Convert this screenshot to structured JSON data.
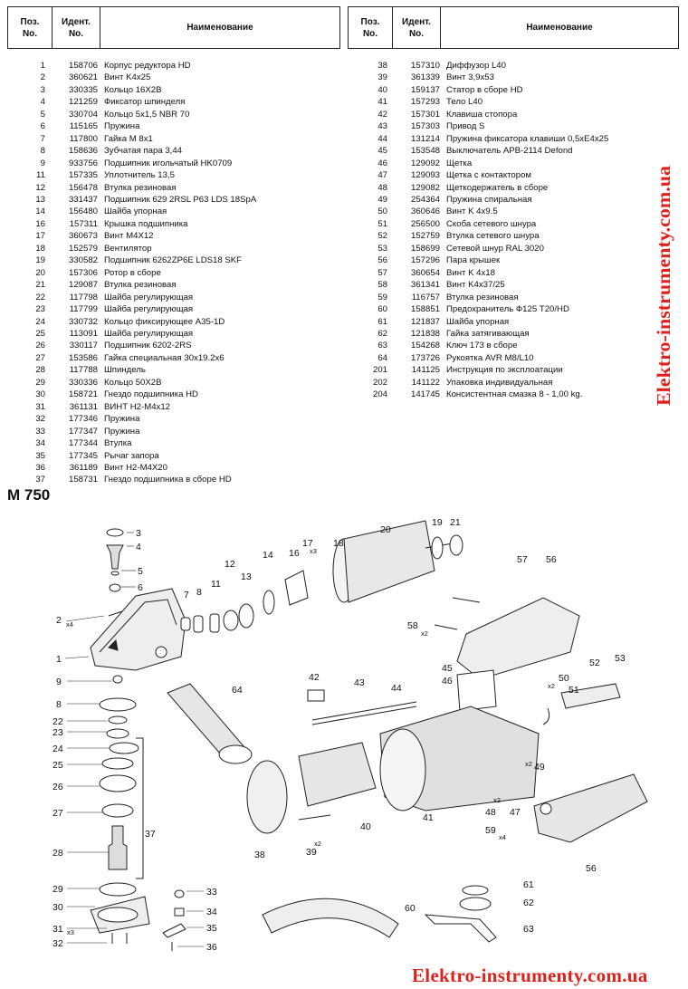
{
  "header": {
    "pos": "Поз.\nNo.",
    "ident": "Идент.\nNo.",
    "name": "Наименование"
  },
  "parts_left": [
    {
      "no": "1",
      "id": "158706",
      "name": "Корпус редуктора HD"
    },
    {
      "no": "2",
      "id": "360621",
      "name": "Винт  K4x25"
    },
    {
      "no": "3",
      "id": "330335",
      "name": "Кольцо  16X2B"
    },
    {
      "no": "4",
      "id": "121259",
      "name": "Фиксатор шпинделя"
    },
    {
      "no": "5",
      "id": "330704",
      "name": "Кольцо 5x1,5 NBR 70"
    },
    {
      "no": "6",
      "id": "115165",
      "name": "Пружина"
    },
    {
      "no": "7",
      "id": "117800",
      "name": "Гайка  M 8x1"
    },
    {
      "no": "8",
      "id": "158636",
      "name": "Зубчатая пара  3,44"
    },
    {
      "no": "9",
      "id": "933756",
      "name": "Подшипник игольчатый HK0709"
    },
    {
      "no": "11",
      "id": "157335",
      "name": "Уплотнитель 13,5"
    },
    {
      "no": "12",
      "id": "156478",
      "name": "Втулка резиновая"
    },
    {
      "no": "13",
      "id": "331437",
      "name": "Подшипник 629 2RSL P63 LDS 18SpA"
    },
    {
      "no": "14",
      "id": "156480",
      "name": "Шайба упорная"
    },
    {
      "no": "16",
      "id": "157311",
      "name": "Крышка подшипника"
    },
    {
      "no": "17",
      "id": "360673",
      "name": "Винт M4X12"
    },
    {
      "no": "18",
      "id": "152579",
      "name": "Вентилятор"
    },
    {
      "no": "19",
      "id": "330582",
      "name": "Подшипник  6262ZP6E LDS18 SKF"
    },
    {
      "no": "20",
      "id": "157306",
      "name": "Ротор в сборе"
    },
    {
      "no": "21",
      "id": "129087",
      "name": "Втулка резиновая"
    },
    {
      "no": "22",
      "id": "117798",
      "name": "Шайба регулирующая"
    },
    {
      "no": "23",
      "id": "117799",
      "name": "Шайба регулирующая"
    },
    {
      "no": "24",
      "id": "330732",
      "name": "Кольцо фиксирующее A35-1D"
    },
    {
      "no": "25",
      "id": "113091",
      "name": "Шайба регулирующая"
    },
    {
      "no": "26",
      "id": "330117",
      "name": "Подшипник  6202-2RS"
    },
    {
      "no": "27",
      "id": "153586",
      "name": "Гайка специальная 30x19.2x6"
    },
    {
      "no": "28",
      "id": "117788",
      "name": "Шпиндель"
    },
    {
      "no": "29",
      "id": "330336",
      "name": "Кольцо 50X2B"
    },
    {
      "no": "30",
      "id": "158721",
      "name": "Гнездо подшипника HD"
    },
    {
      "no": "31",
      "id": "361131",
      "name": "ВИНТ H2-M4x12"
    },
    {
      "no": "32",
      "id": "177346",
      "name": "Пружина"
    },
    {
      "no": "33",
      "id": "177347",
      "name": "Пружина"
    },
    {
      "no": "34",
      "id": "177344",
      "name": "Втулка"
    },
    {
      "no": "35",
      "id": "177345",
      "name": "Рычаг запора"
    },
    {
      "no": "36",
      "id": "361189",
      "name": "Винт H2-M4X20"
    },
    {
      "no": "37",
      "id": "158731",
      "name": "Гнездо подшипника в сборе HD"
    }
  ],
  "parts_right": [
    {
      "no": "38",
      "id": "157310",
      "name": "Диффузор L40"
    },
    {
      "no": "39",
      "id": "361339",
      "name": "Винт 3,9x53"
    },
    {
      "no": "40",
      "id": "159137",
      "name": "Статор в сборе HD"
    },
    {
      "no": "41",
      "id": "157293",
      "name": "Тело L40"
    },
    {
      "no": "42",
      "id": "157301",
      "name": "Клавиша стопора"
    },
    {
      "no": "43",
      "id": "157303",
      "name": "Привод S"
    },
    {
      "no": "44",
      "id": "131214",
      "name": "Пружина фиксатора клавиши 0,5xE4x25"
    },
    {
      "no": "45",
      "id": "153548",
      "name": "Выключатель APB-2114 Defond"
    },
    {
      "no": "46",
      "id": "129092",
      "name": "Щетка"
    },
    {
      "no": "47",
      "id": "129093",
      "name": "Щетка с контактором"
    },
    {
      "no": "48",
      "id": "129082",
      "name": "Щеткодержатель в сборе"
    },
    {
      "no": "49",
      "id": "254364",
      "name": "Пружина спиральная"
    },
    {
      "no": "50",
      "id": "360646",
      "name": "Винт K 4x9.5"
    },
    {
      "no": "51",
      "id": "256500",
      "name": "Скоба сетевого шнура"
    },
    {
      "no": "52",
      "id": "152759",
      "name": "Втулка сетевого шнура"
    },
    {
      "no": "53",
      "id": "158699",
      "name": "Сетевой шнур RAL 3020"
    },
    {
      "no": "56",
      "id": "157296",
      "name": "Пара крышек"
    },
    {
      "no": "57",
      "id": "360654",
      "name": "Винт K 4x18"
    },
    {
      "no": "58",
      "id": "361341",
      "name": "Винт K4x37/25"
    },
    {
      "no": "59",
      "id": "116757",
      "name": "Втулка резиновая"
    },
    {
      "no": "60",
      "id": "158851",
      "name": "Предохранитель Ф125 T20/HD"
    },
    {
      "no": "61",
      "id": "121837",
      "name": "Шайба упорная"
    },
    {
      "no": "62",
      "id": "121838",
      "name": "Гайка затягивающая"
    },
    {
      "no": "63",
      "id": "154268",
      "name": "Ключ 173 в сборе"
    },
    {
      "no": "64",
      "id": "173726",
      "name": "Рукоятка AVR M8/L10"
    },
    {
      "no": "201",
      "id": "141125",
      "name": "Инструкция по эксплоатации"
    },
    {
      "no": "202",
      "id": "141122",
      "name": "Упаковка индивидуальная"
    },
    {
      "no": "204",
      "id": "141745",
      "name": "Консистентная смазка 8  - 1,00 kg."
    }
  ],
  "model": "M 750",
  "diagram_labels": {
    "n1": "1",
    "n2": "2",
    "n3": "3",
    "n4": "4",
    "n5": "5",
    "n6": "6",
    "n7": "7",
    "n8": "8",
    "n9": "9",
    "n11": "11",
    "n12": "12",
    "n13": "13",
    "n14": "14",
    "n16": "16",
    "n17": "17",
    "n18": "18",
    "n19": "19",
    "n20": "20",
    "n21": "21",
    "n22": "22",
    "n23": "23",
    "n24": "24",
    "n25": "25",
    "n26": "26",
    "n27": "27",
    "n28": "28",
    "n29": "29",
    "n30": "30",
    "n31": "31",
    "n32": "32",
    "n33": "33",
    "n34": "34",
    "n35": "35",
    "n36": "36",
    "n37": "37",
    "n38": "38",
    "n39": "39",
    "n40": "40",
    "n41": "41",
    "n42": "42",
    "n43": "43",
    "n44": "44",
    "n45": "45",
    "n46": "46",
    "n47": "47",
    "n48": "48",
    "n49": "49",
    "n50": "50",
    "n51": "51",
    "n52": "52",
    "n53": "53",
    "n56a": "56",
    "n56b": "56",
    "n57": "57",
    "n58": "58",
    "n59": "59",
    "n60": "60",
    "n61": "61",
    "n62": "62",
    "n63": "63",
    "n64": "64"
  },
  "multipliers": {
    "x4a": "x4",
    "x3a": "x3",
    "x2a": "x2",
    "x2b": "x2",
    "x2c": "x2",
    "x2d": "x2",
    "x4b": "x4",
    "x3b": "x3"
  },
  "watermark": "Elektro-instrumenty.com.ua",
  "colors": {
    "watermark": "#e0201b",
    "line": "#222222"
  }
}
